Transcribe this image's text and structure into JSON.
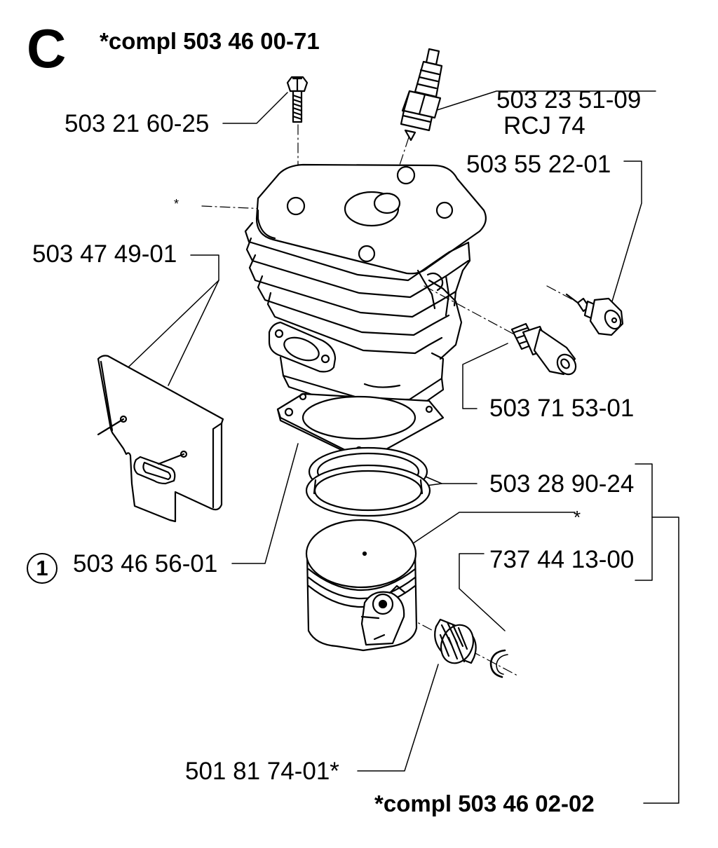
{
  "diagram": {
    "section_letter": "C",
    "kit_top": "*compl 503 46 00-71",
    "kit_bottom": "*compl 503 46 02-02",
    "callout_number": "1",
    "parts": {
      "screw": "503 21 60-25",
      "spark_plug": "503 23 51-09",
      "spark_plug_type": "RCJ 74",
      "valve": "503 55 22-01",
      "gasket_plate": "503 47 49-01",
      "pipe_fitting": "503 71 53-01",
      "piston_rings": "503 28 90-24",
      "base_gasket": "503 46 56-01",
      "circlip": "737 44 13-00",
      "needle_bearing": "501 81 74-01*",
      "piston_asterisk": "*",
      "cylinder_asterisk": "*"
    }
  }
}
